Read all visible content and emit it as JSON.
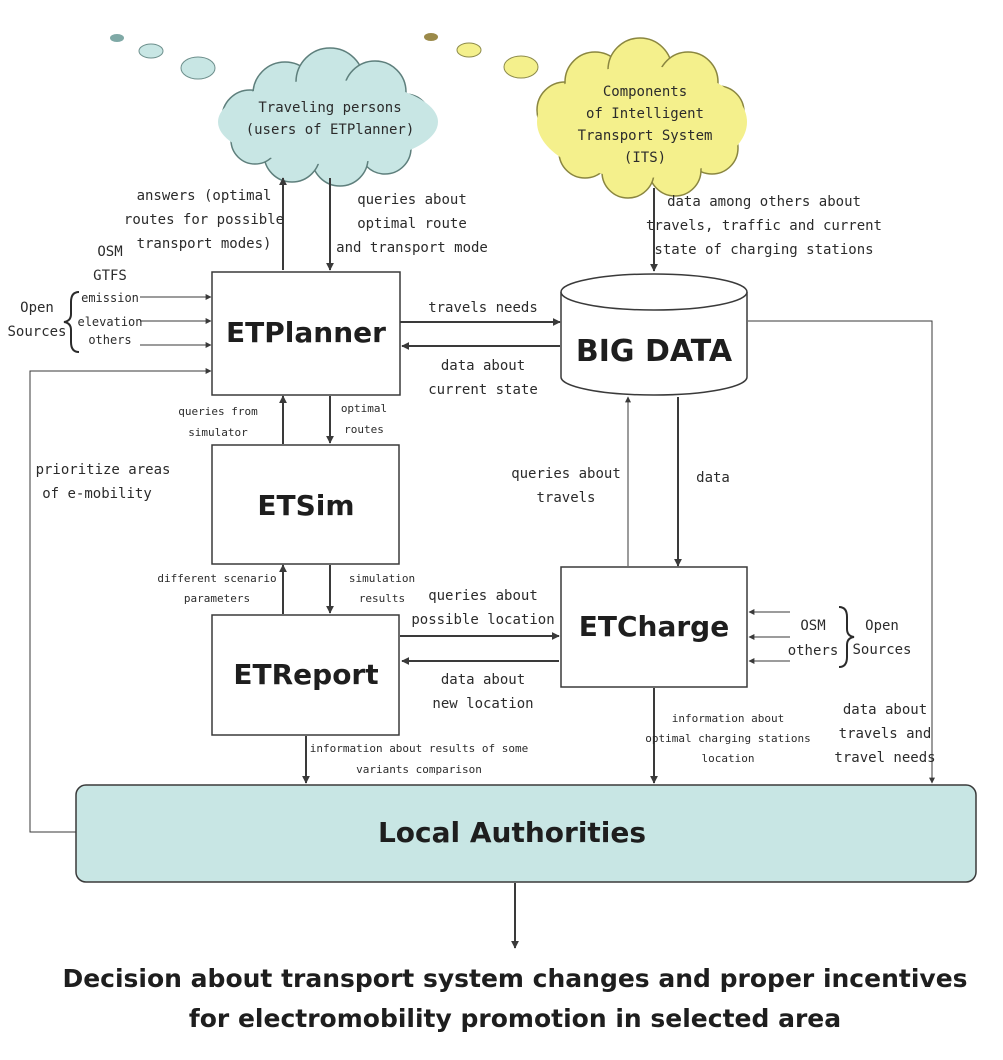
{
  "clouds": {
    "travelers": {
      "line1": "Traveling persons",
      "line2": "(users of ETPlanner)"
    },
    "its": {
      "line1": "Components",
      "line2": "of Intelligent",
      "line3": "Transport System",
      "line4": "(ITS)"
    }
  },
  "boxes": {
    "etplanner": "ETPlanner",
    "etsim": "ETSim",
    "etreport": "ETReport",
    "bigdata": "BIG DATA",
    "etcharge": "ETCharge",
    "authorities": "Local Authorities"
  },
  "labels": {
    "answers": [
      "answers (optimal",
      "routes for possible",
      "transport modes)"
    ],
    "queries_route": [
      "queries about",
      "optimal route",
      "and transport mode"
    ],
    "its_data": [
      "data among others about",
      "travels, traffic and current",
      "state of charging stations"
    ],
    "osm_left": "OSM",
    "gtfs_left": "GTFS",
    "emission": "emission",
    "elevation": "elevation",
    "others_left": "others",
    "open_sources_left": [
      "Open",
      "Sources"
    ],
    "travels_needs": "travels needs",
    "data_current": [
      "data about",
      "current state"
    ],
    "queries_simulator": [
      "queries from",
      "simulator"
    ],
    "optimal_routes": [
      "optimal",
      "routes"
    ],
    "prioritize": [
      "prioritize areas",
      "of e-mobility"
    ],
    "queries_travels": [
      "queries about",
      "travels"
    ],
    "data": "data",
    "scenario": [
      "different scenario",
      "parameters"
    ],
    "sim_results": [
      "simulation",
      "results"
    ],
    "queries_location": [
      "queries about",
      "possible location"
    ],
    "data_new_location": [
      "data about",
      "new location"
    ],
    "osm_right": "OSM",
    "others_right": "others",
    "open_sources_right": [
      "Open",
      "Sources"
    ],
    "info_charging": [
      "information about",
      "optimal charging stations",
      "location"
    ],
    "data_travels_needs": [
      "data about",
      "travels and",
      "travel needs"
    ],
    "info_results": [
      "information about results of some",
      "variants comparison"
    ]
  },
  "decision": {
    "line1": "Decision about transport system changes and proper incentives",
    "line2": "for electromobility promotion in selected area"
  },
  "colors": {
    "travelers_cloud": "#c8e6e4",
    "its_cloud": "#f4f08c",
    "authorities_fill": "#c8e6e4",
    "line": "#3a3a3a"
  }
}
